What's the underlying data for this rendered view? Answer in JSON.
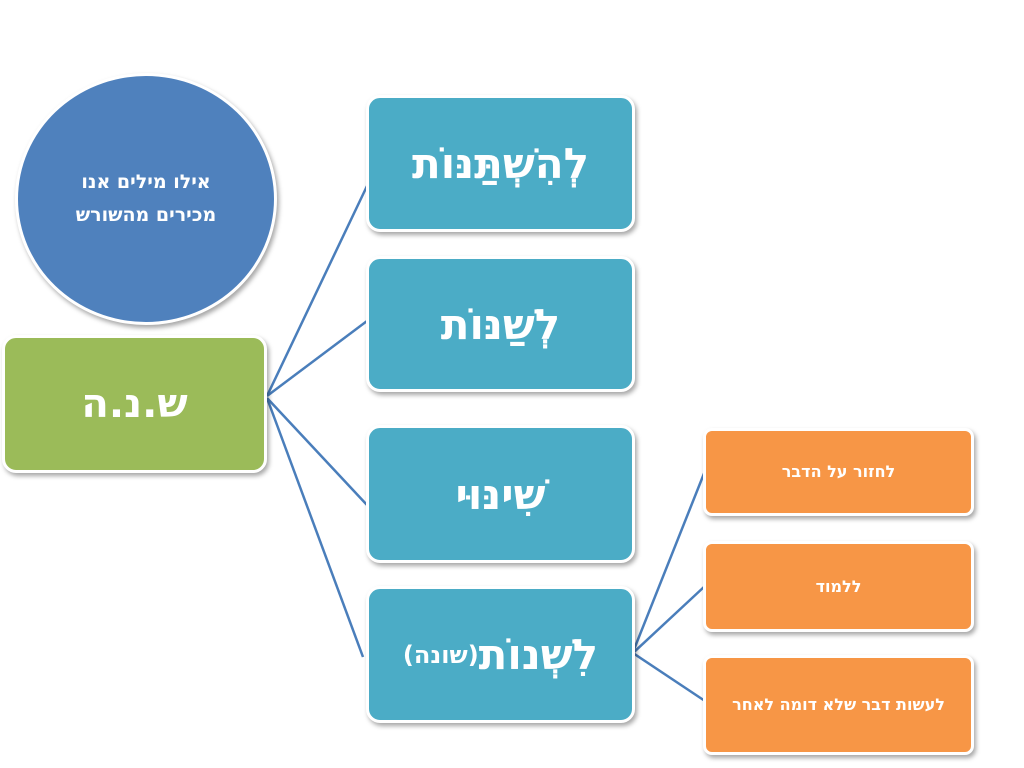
{
  "diagram": {
    "circle_label": "אילו מילים אנו מכירים מהשורש",
    "root_label": "ש.נ.ה",
    "words": [
      {
        "label": "לְהִשְׁתַּנּוֹת"
      },
      {
        "label": "לְשַׁנּוֹת"
      },
      {
        "label": "שִׁינּוּי"
      },
      {
        "label": "לִשְׁנוֹת",
        "sub_label": "(שונה)"
      }
    ],
    "meanings": [
      {
        "label": "לחזור על הדבר"
      },
      {
        "label": "ללמוד"
      },
      {
        "label": "לעשות דבר  שלא דומה לאחר"
      }
    ]
  },
  "colors": {
    "circle": "#4f81bd",
    "root": "#9bbb59",
    "words": "#4bacc6",
    "meanings": "#f79646",
    "connectors": "#4a7ebb"
  }
}
